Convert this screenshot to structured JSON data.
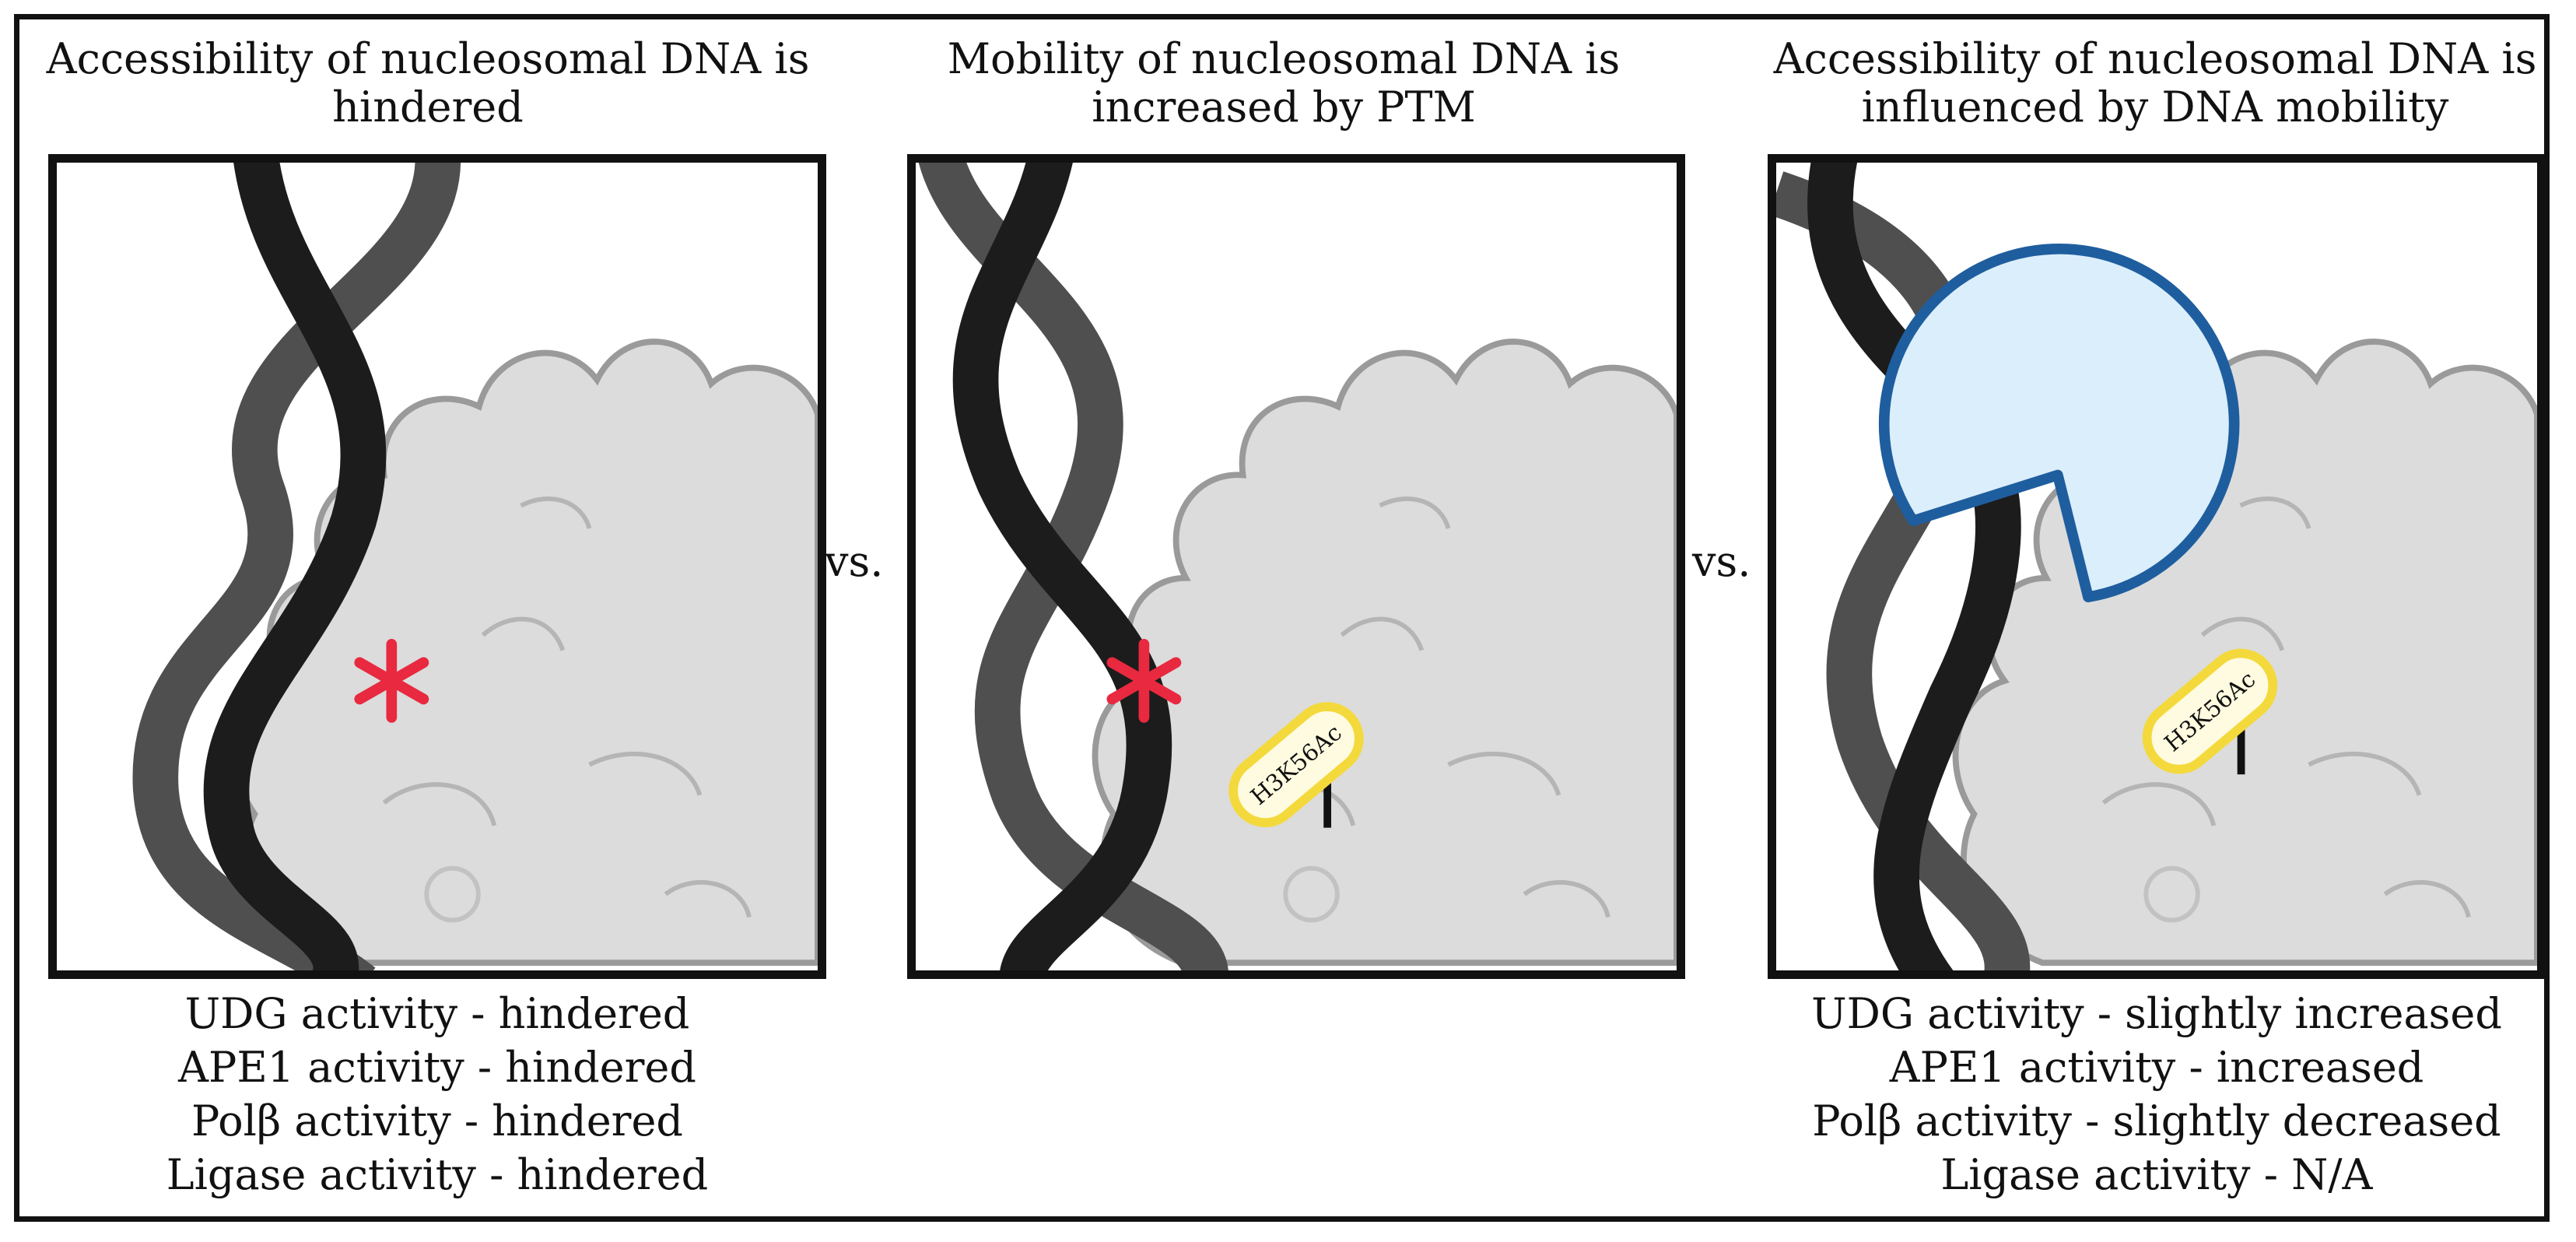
{
  "panels": [
    {
      "title": "Accessibility of nucleosomal DNA is\nhindered",
      "captions": [
        "UDG activity - hindered",
        "APE1 activity - hindered",
        "Polβ  activity - hindered",
        "Ligase activity - hindered"
      ]
    },
    {
      "title": "Mobility of nucleosomal DNA is\nincreased by PTM",
      "modification": "H3K56Ac",
      "captions": []
    },
    {
      "title": "Accessibility of nucleosomal DNA is\ninfluenced by DNA mobility",
      "modification": "H3K56Ac",
      "captions": [
        "UDG activity - slightly increased",
        "APE1 activity - increased",
        "Polβ  activity - slightly decreased",
        "Ligase activity - N/A"
      ]
    }
  ],
  "separators": [
    "vs.",
    "vs."
  ],
  "colors": {
    "dna_strand_dark": "#1c1c1c",
    "dna_strand_light": "#4f4f4f",
    "histone_fill": "#dcdcdc",
    "histone_outline": "#9a9a9a",
    "lesion": "#e8293f",
    "ptm_outline": "#f4d93c",
    "enzyme_fill": "#dbeefb",
    "enzyme_outline": "#1f5e9e"
  },
  "icons": [
    "dna-helix-icon",
    "histone-octamer-icon",
    "lesion-asterisk-icon",
    "ptm-tag-icon",
    "enzyme-pacman-icon"
  ]
}
